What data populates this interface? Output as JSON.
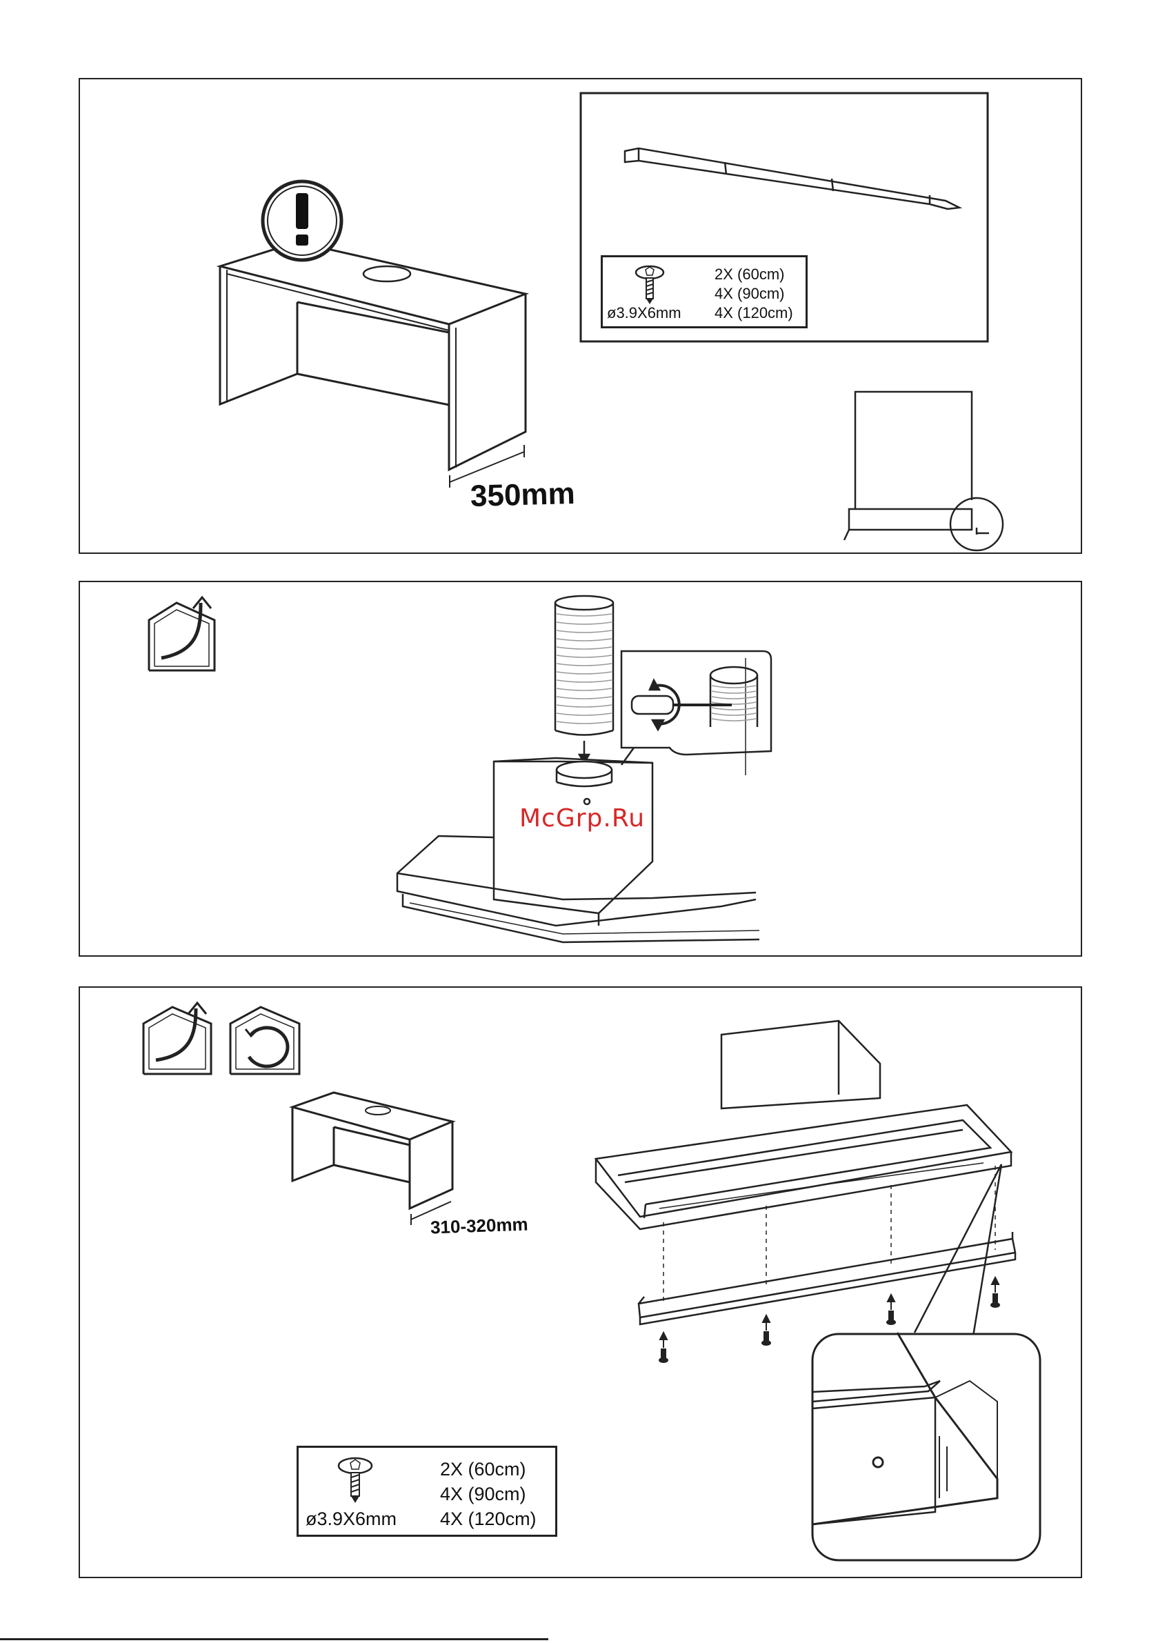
{
  "panel1": {
    "dimension": "350mm",
    "screws": {
      "size": "ø3.9X6mm",
      "q60": "2X (60cm)",
      "q90": "4X (90cm)",
      "q120": "4X (120cm)"
    }
  },
  "panel2": {
    "watermark": "McGrp.Ru"
  },
  "panel3": {
    "dimension": "310-320mm",
    "screws": {
      "size": "ø3.9X6mm",
      "q60": "2X (60cm)",
      "q90": "4X (90cm)",
      "q120": "4X (120cm)"
    }
  }
}
